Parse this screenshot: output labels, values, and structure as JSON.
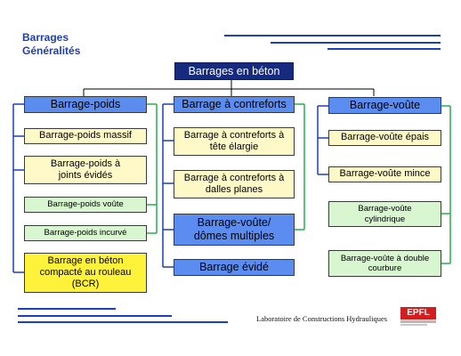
{
  "title": {
    "line1": "Barrages",
    "line2": "Généralités"
  },
  "root": {
    "label": "Barrages en béton"
  },
  "columns": {
    "poids": {
      "header": "Barrage-poids",
      "items": [
        "Barrage-poids massif",
        "Barrage-poids à joints évidés",
        "Barrage-poids voûte",
        "Barrage-poids incurvé",
        "Barrage en béton compacté au rouleau (BCR)"
      ]
    },
    "contreforts": {
      "header": "Barrage à contreforts",
      "items": [
        "Barrage à contreforts à tête élargie",
        "Barrage à contreforts à dalles planes",
        "Barrage-voûte/ dômes multiples",
        "Barrage évidé"
      ]
    },
    "voute": {
      "header": "Barrage-voûte",
      "items": [
        "Barrage-voûte épais",
        "Barrage-voûte mince",
        "Barrage-voûte cylindrique",
        "Barrage-voûte à double courbure"
      ]
    }
  },
  "footer": {
    "lab": "Laboratoire de Constructions Hydrauliques",
    "logo_text": "EPFL"
  },
  "colors": {
    "title": "#1f3fae",
    "rule": "#1b3fc0",
    "root_fill": "#162a7e",
    "level1_fill": "#5b8cf0",
    "cream_fill": "#fff9c7",
    "light_green_fill": "#d8f7d0",
    "yellow_fill": "#fff23a",
    "connector_blue": "#1b3fc0",
    "connector_green": "#21b24a"
  }
}
